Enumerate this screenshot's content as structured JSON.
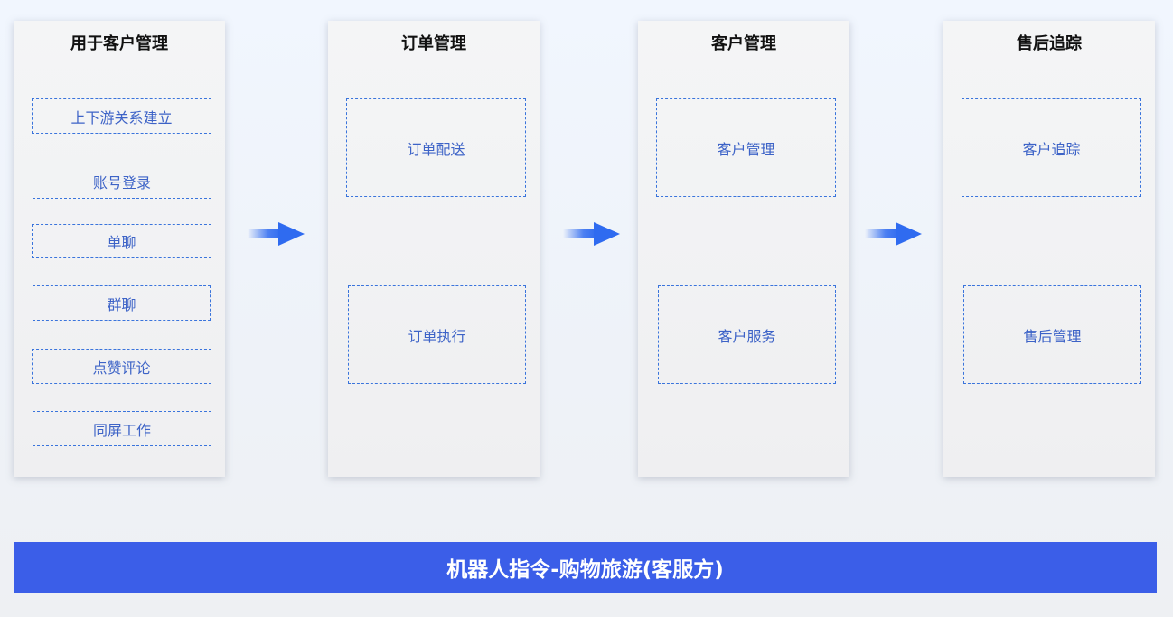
{
  "columns": [
    {
      "title": "用于客户管理",
      "items": [
        "上下游关系建立",
        "账号登录",
        "单聊",
        "群聊",
        "点赞评论",
        "同屏工作"
      ]
    },
    {
      "title": "订单管理",
      "items": [
        "订单配送",
        "订单执行"
      ]
    },
    {
      "title": "客户管理",
      "items": [
        "客户管理",
        "客户服务"
      ]
    },
    {
      "title": "售后追踪",
      "items": [
        "客户追踪",
        "售后管理"
      ]
    }
  ],
  "banner": "机器人指令-购物旅游(客服方)",
  "colors": {
    "accent": "#3b5ee8",
    "box_border": "#3a74dc",
    "box_text": "#3d63c7",
    "arrow": "#2f6bf0"
  },
  "icons": [
    "arrow-right-icon"
  ]
}
